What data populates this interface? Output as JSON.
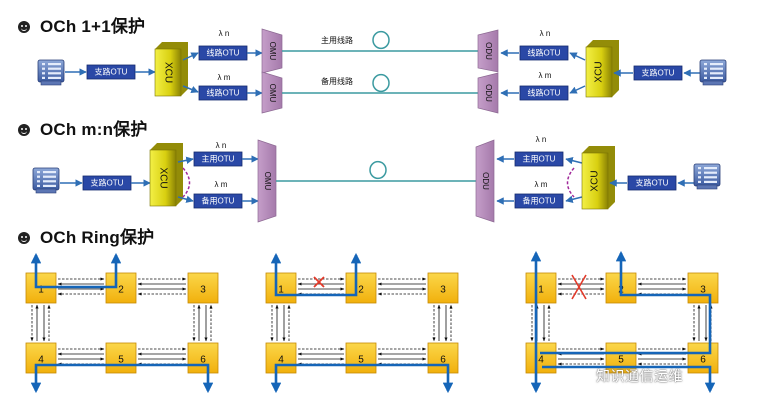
{
  "sections": {
    "och11": {
      "title": "OCh 1+1保护"
    },
    "ochmn": {
      "title": "OCh m:n保护"
    },
    "ring": {
      "title": "OCh Ring保护"
    }
  },
  "labels": {
    "xcu": "XCU",
    "omu": "OMU",
    "odu": "ODU",
    "tributary_otu": "支路OTU",
    "line_otu": "线路OTU",
    "working_otu": "主用OTU",
    "protection_otu": "备用OTU",
    "lambda_n": "λ n",
    "lambda_m": "λ m",
    "working_line": "主用线路",
    "protection_line": "备用线路"
  },
  "ring_nodes": [
    "1",
    "2",
    "3",
    "4",
    "5",
    "6"
  ],
  "watermark": "知识通信运维"
}
